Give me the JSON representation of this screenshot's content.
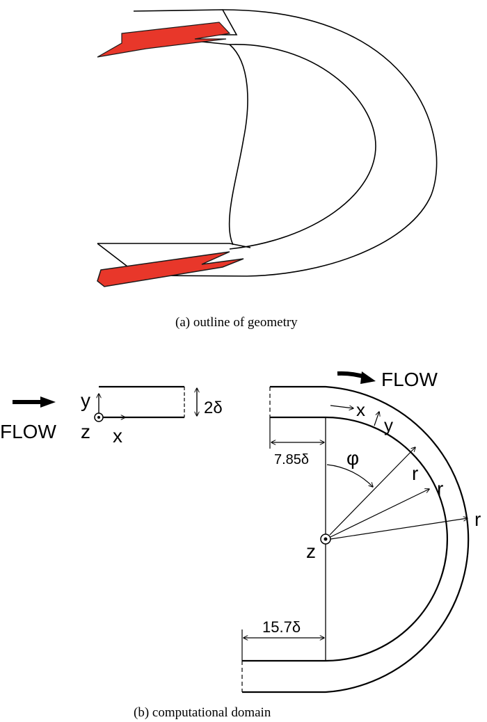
{
  "captions": {
    "a": "(a) outline of geometry",
    "b": "(b) computational domain"
  },
  "labels": {
    "flow_left": "FLOW",
    "flow_right": "FLOW",
    "axis_y_left": "y",
    "axis_z_left": "z",
    "axis_x_left": "x",
    "height": "2δ",
    "axis_x_bend": "x",
    "axis_y_bend": "y",
    "inlet_length": "7.85δ",
    "angle": "φ",
    "r1": "r",
    "r2": "r",
    "r3": "r",
    "axis_z_center": "z",
    "outlet_length": "15.7δ"
  },
  "colors": {
    "line": "#000000",
    "plate": "#e8372a",
    "plate_edge": "#1a1a1a",
    "background": "#ffffff"
  }
}
